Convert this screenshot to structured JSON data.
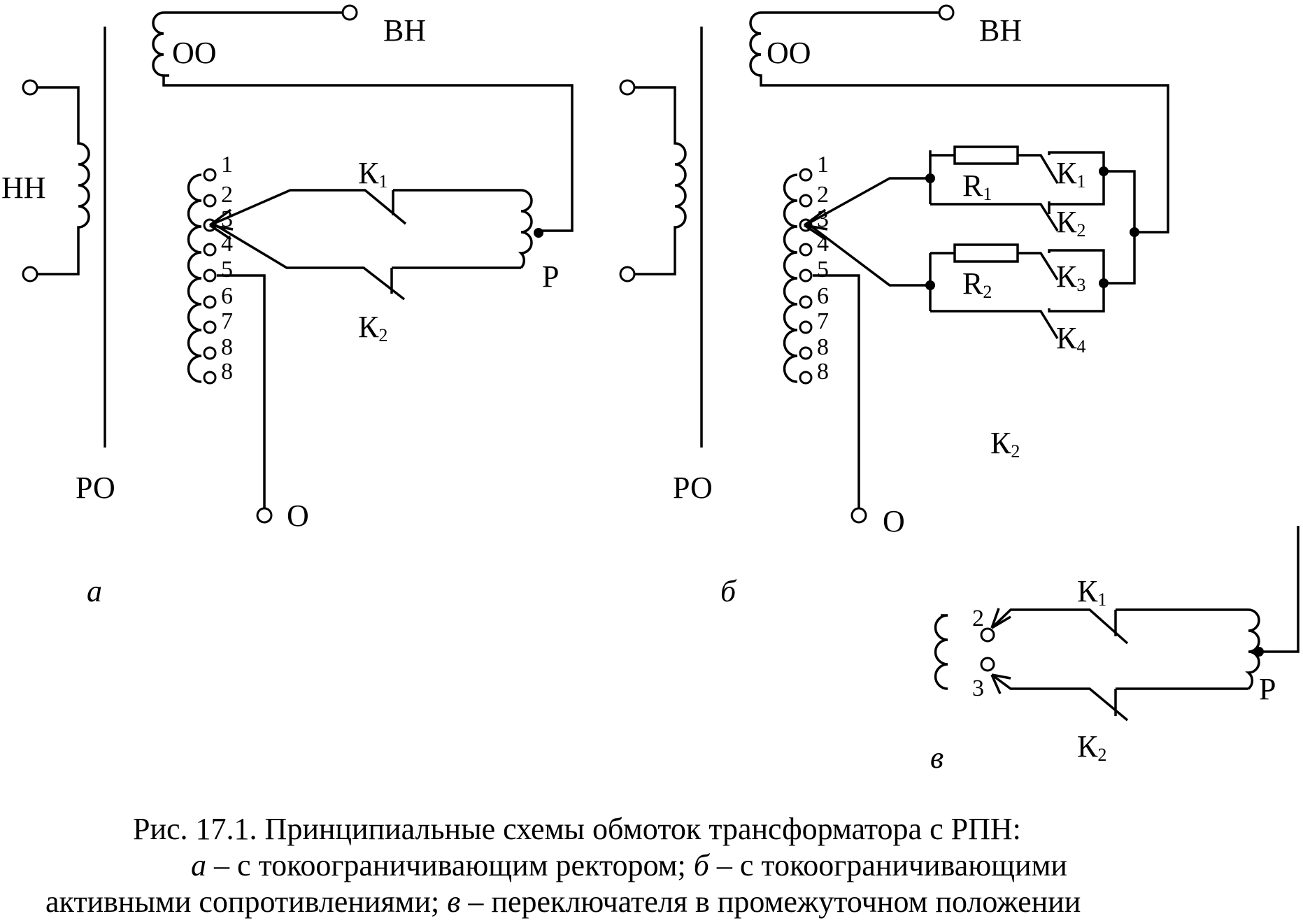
{
  "labels": {
    "vn": "ВН",
    "oo": "ОО",
    "nn": "НН",
    "ro": "РО",
    "o": "О",
    "p": "Р",
    "k": "К",
    "r": "R"
  },
  "subs": {
    "s1": "1",
    "s2": "2",
    "s3": "3",
    "s4": "4"
  },
  "taps": [
    "1",
    "2",
    "3",
    "4",
    "5",
    "6",
    "7",
    "8",
    "8"
  ],
  "panel_letters": {
    "a": "а",
    "b": "б",
    "v": "в"
  },
  "caption": {
    "line1": "Рис. 17.1. Принципиальные схемы обмоток трансформатора с РПН:",
    "l2_a": "а",
    "l2_mid": " – с токоограничивающим ректором; ",
    "l2_b": "б",
    "l2_end": " – с токоограничивающими",
    "l3_start": "активными сопротивлениями; ",
    "l3_v": "в",
    "l3_end": " – переключателя в промежуточном положении"
  }
}
